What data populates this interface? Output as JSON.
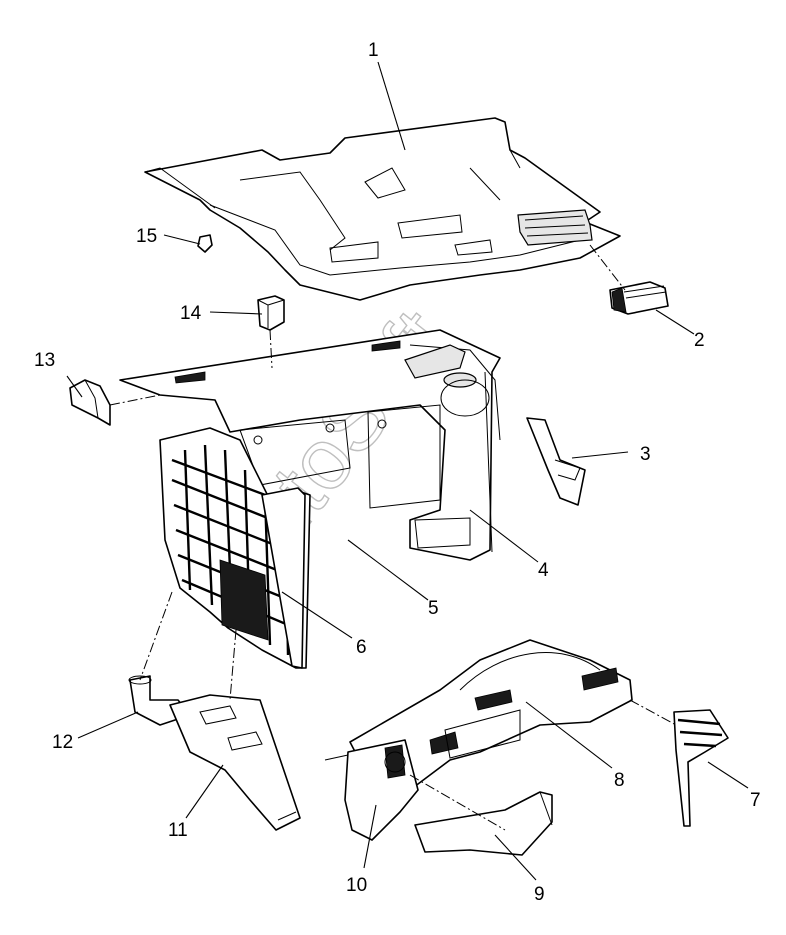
{
  "watermark": "AutoSoft",
  "callouts": [
    {
      "id": "c1",
      "label": "1"
    },
    {
      "id": "c2",
      "label": "2"
    },
    {
      "id": "c3",
      "label": "3"
    },
    {
      "id": "c4",
      "label": "4"
    },
    {
      "id": "c5",
      "label": "5"
    },
    {
      "id": "c6",
      "label": "6"
    },
    {
      "id": "c7",
      "label": "7"
    },
    {
      "id": "c8",
      "label": "8"
    },
    {
      "id": "c9",
      "label": "9"
    },
    {
      "id": "c10",
      "label": "10"
    },
    {
      "id": "c11",
      "label": "11"
    },
    {
      "id": "c12",
      "label": "12"
    },
    {
      "id": "c13",
      "label": "13"
    },
    {
      "id": "c14",
      "label": "14"
    },
    {
      "id": "c15",
      "label": "15"
    }
  ]
}
